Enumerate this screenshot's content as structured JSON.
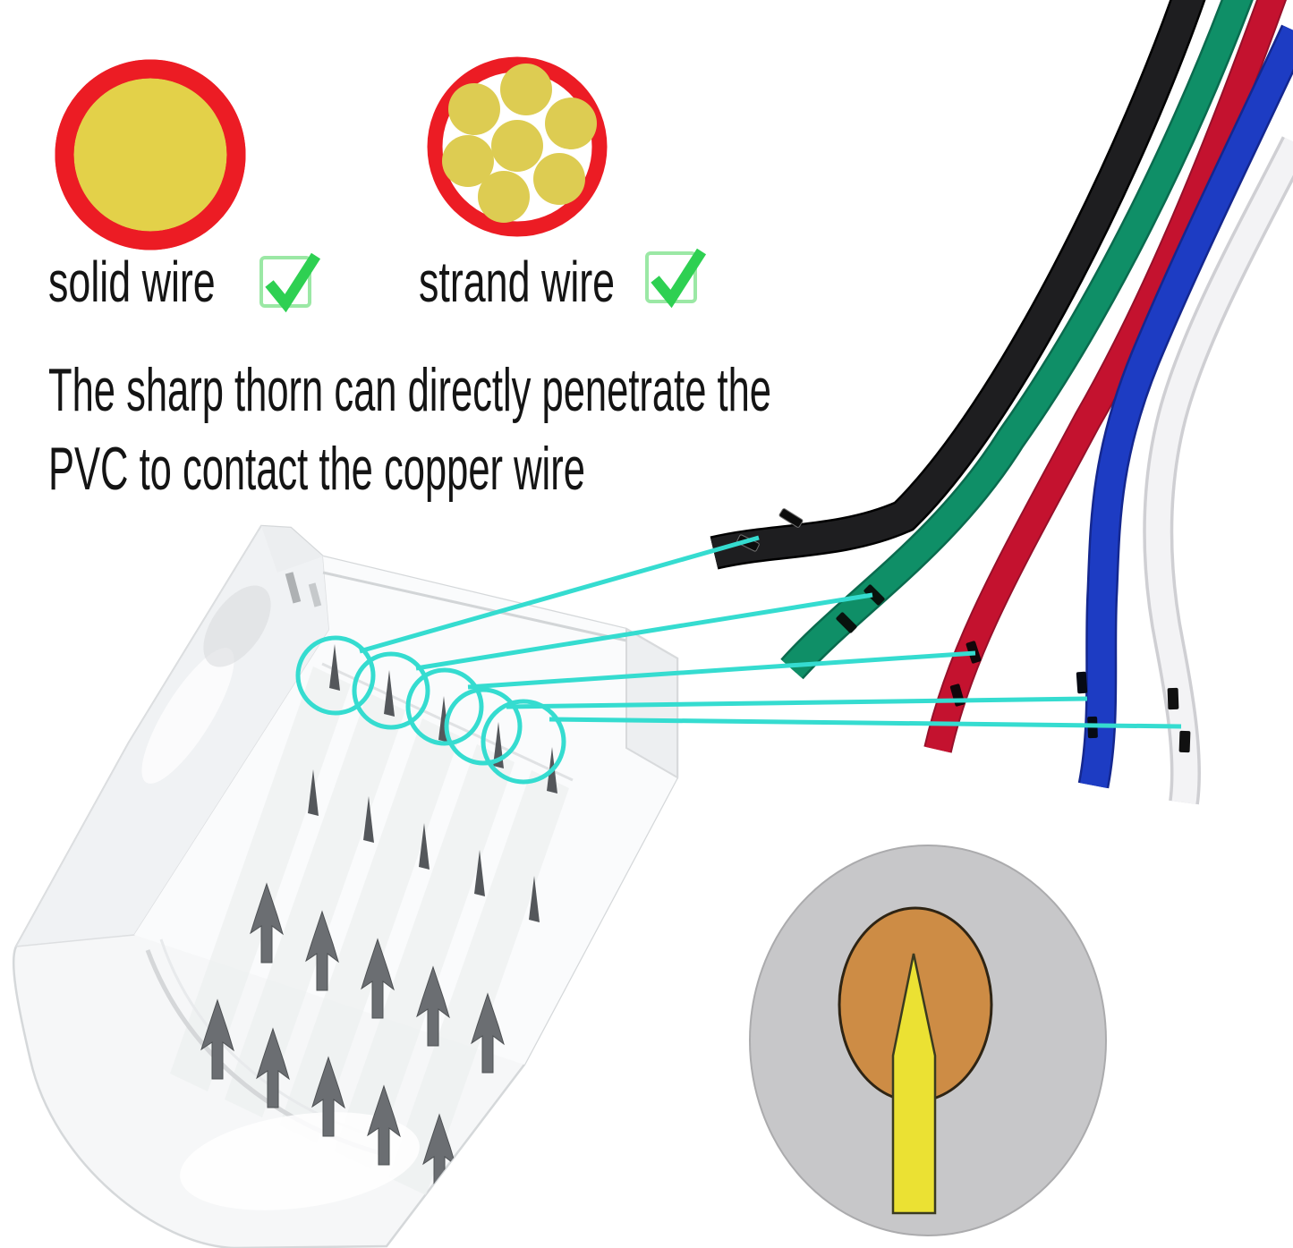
{
  "page": {
    "background": "#ffffff",
    "description": "LED strip solderless connector instruction graphic showing sharp thorns piercing wire insulation"
  },
  "legend": {
    "solid": {
      "label": "solid wire",
      "checked": true
    },
    "strand": {
      "label": "strand wire",
      "checked": true,
      "strand_count": 7
    },
    "ring_color": "#ec1c24",
    "core_color": "#e3d149",
    "strand_dot_color": "#ddcc52",
    "check_color": "#2ed052",
    "checkbox_border": "#9be8a5"
  },
  "caption": {
    "line1": "The sharp thorn can directly penetrate the",
    "line2": "PVC to contact the copper wire",
    "color": "#141414"
  },
  "annotation": {
    "color": "#35dcd0",
    "circled_thorns": 5,
    "leader_lines": 5
  },
  "wires": [
    {
      "name": "black",
      "color": "#1e1e20",
      "edge": "#000000"
    },
    {
      "name": "green",
      "color": "#0f8f67",
      "edge": "#0a6b4e"
    },
    {
      "name": "red",
      "color": "#c4122f",
      "edge": "#97102a"
    },
    {
      "name": "blue",
      "color": "#1d3cc3",
      "edge": "#14278f"
    },
    {
      "name": "white",
      "color": "#f3f3f5",
      "edge": "#cfcfd3"
    }
  ],
  "connector": {
    "material": "transparent plastic",
    "pin_rows": 4,
    "pins_per_row": 5
  },
  "cross_section": {
    "insulation_color": "#c7c7c9",
    "copper_color": "#cd8c45",
    "thorn_color": "#ebe133"
  }
}
